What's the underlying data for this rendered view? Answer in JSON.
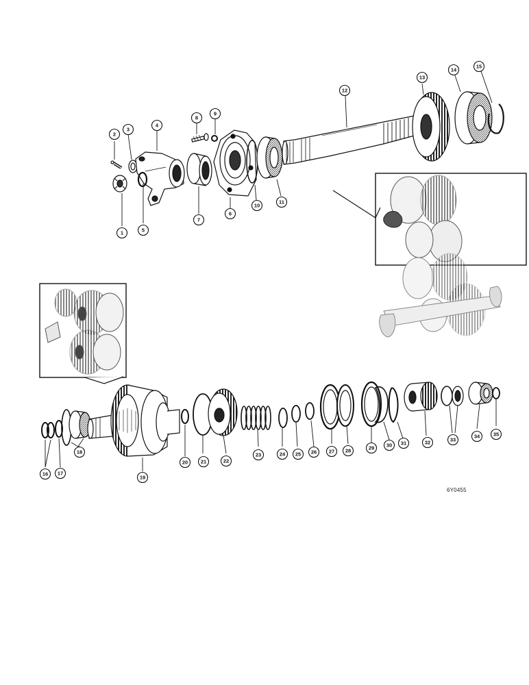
{
  "figure_id": "6Y0455",
  "part_numbers": [
    "1",
    "2",
    "3",
    "4",
    "5",
    "6",
    "7",
    "8",
    "9",
    "10",
    "11",
    "12",
    "13",
    "14",
    "15",
    "16",
    "17",
    "18",
    "19",
    "20",
    "21",
    "22",
    "23",
    "24",
    "25",
    "26",
    "27",
    "28",
    "29",
    "30",
    "31",
    "32",
    "33",
    "34",
    "35"
  ],
  "colors": {
    "ink": "#111111",
    "paper": "#ffffff",
    "shade": "#555555"
  }
}
